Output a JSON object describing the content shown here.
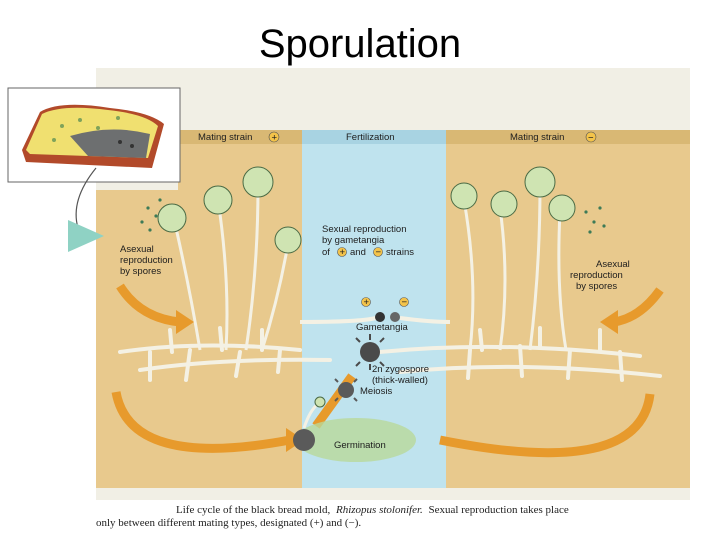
{
  "slide": {
    "title": "Sporulation"
  },
  "diagram": {
    "header_left": "Mating strain",
    "header_left_sign": "+",
    "header_center": "Fertilization",
    "header_right": "Mating strain",
    "header_right_sign": "−",
    "asexual_left": [
      "Asexual",
      "reproduction",
      "by spores"
    ],
    "asexual_right": [
      "Asexual",
      "reproduction",
      "by spores"
    ],
    "sexual_line1": "Sexual reproduction",
    "sexual_line2": "by gametangia",
    "sexual_line3_a": "of",
    "sexual_line3_b": "and",
    "sexual_line3_c": "strains",
    "plus": "+",
    "minus": "−",
    "gametangia": "Gametangia",
    "zygospore_line1": "2n zygospore",
    "zygospore_line2": "(thick-walled)",
    "meiosis": "Meiosis",
    "germination": "Germination"
  },
  "caption": {
    "line1_a": "Life cycle of the black bread mold,",
    "line1_species": "Rhizopus stolonifer.",
    "line1_b": "Sexual reproduction takes place",
    "line2": "only between different mating types, designated (+) and (−)."
  },
  "colors": {
    "panel_left": "#e8c98d",
    "panel_center": "#bfe3ee",
    "panel_right": "#e8c98d",
    "arrow_orange": "#e79a2c",
    "hypha": "#f4f1e4",
    "spore_green": "#3d7b57"
  }
}
